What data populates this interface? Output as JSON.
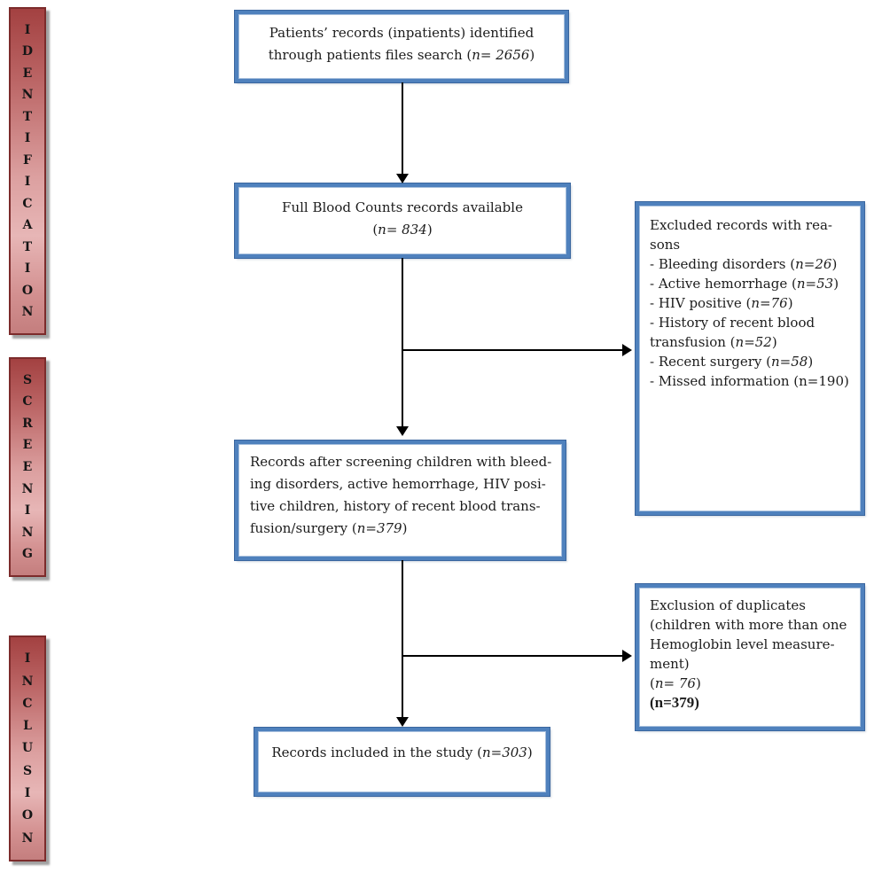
{
  "figure": {
    "type": "study-flow-diagram",
    "background": "#ffffff",
    "box_border_color": "#4f81bd",
    "stage_bar_color_dark": "#a34141",
    "stage_bar_color_light": "#e7b6b6",
    "arrow_color": "#000000"
  },
  "stage_bars": [
    {
      "label": "IDENTIFICATION"
    },
    {
      "label": "SCREENING"
    },
    {
      "label": "INCLUSION"
    }
  ],
  "boxes": [
    {
      "id": "records-identified",
      "lines": [
        [
          {
            "t": "Patients’ records (inpatients) identified"
          }
        ],
        [
          {
            "t": "through patients files search ("
          },
          {
            "t": "n= 2656",
            "i": true
          },
          {
            "t": ")"
          }
        ]
      ]
    },
    {
      "id": "fbc-available",
      "lines": [
        [
          {
            "t": "Full Blood Counts records available"
          }
        ],
        [
          {
            "t": "("
          },
          {
            "t": "n= 834",
            "i": true
          },
          {
            "t": ")"
          }
        ]
      ]
    },
    {
      "id": "after-screening",
      "lines": [
        [
          {
            "t": "Records after screening children with bleed-"
          }
        ],
        [
          {
            "t": "ing disorders, active hemorrhage, HIV posi-"
          }
        ],
        [
          {
            "t": "tive children, history of recent blood trans-"
          }
        ],
        [
          {
            "t": "fusion/surgery  ("
          },
          {
            "t": "n=379",
            "i": true
          },
          {
            "t": ")"
          }
        ]
      ]
    },
    {
      "id": "included-in-study",
      "lines": [
        [
          {
            "t": "Records included in the study ("
          },
          {
            "t": "n=303",
            "i": true
          },
          {
            "t": ")"
          }
        ]
      ]
    },
    {
      "id": "excluded-with-reasons",
      "lines": [
        [
          {
            "t": "Excluded records with rea-"
          }
        ],
        [
          {
            "t": "sons"
          }
        ],
        [
          {
            "t": "- Bleeding disorders ("
          },
          {
            "t": "n=26",
            "i": true
          },
          {
            "t": ")"
          }
        ],
        [
          {
            "t": "- Active hemorrhage ("
          },
          {
            "t": "n=53",
            "i": true
          },
          {
            "t": ")"
          }
        ],
        [
          {
            "t": "- HIV positive ("
          },
          {
            "t": "n=76",
            "i": true
          },
          {
            "t": ")"
          }
        ],
        [
          {
            "t": "- History of recent blood"
          }
        ],
        [
          {
            "t": "transfusion ("
          },
          {
            "t": "n=52",
            "i": true
          },
          {
            "t": ")"
          }
        ],
        [
          {
            "t": "- Recent surgery ("
          },
          {
            "t": "n=58",
            "i": true
          },
          {
            "t": ")"
          }
        ],
        [
          {
            "t": "- Missed information (n=190)"
          }
        ]
      ]
    },
    {
      "id": "exclusion-of-duplicates",
      "lines": [
        [
          {
            "t": "Exclusion of duplicates"
          }
        ],
        [
          {
            "t": "(children with more than one"
          }
        ],
        [
          {
            "t": "Hemoglobin level measure-"
          }
        ],
        [
          {
            "t": "ment)"
          }
        ],
        [
          {
            "t": "("
          },
          {
            "t": "n= 76",
            "i": true
          },
          {
            "t": ")"
          }
        ],
        [
          {
            "t": "(n=379)",
            "b": true
          }
        ]
      ]
    }
  ]
}
